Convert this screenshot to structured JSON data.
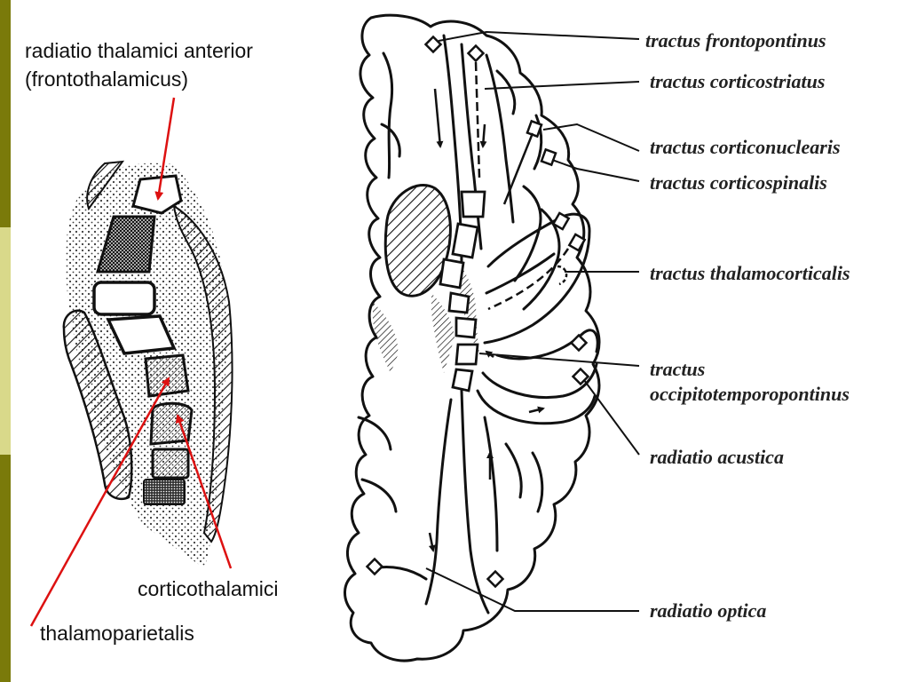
{
  "colors": {
    "stripe_dark": "#7a7a0a",
    "stripe_light": "#d9d98a",
    "arrow_red": "#dd1111",
    "ink": "#111111"
  },
  "left_labels": {
    "anterior_line1": "radiatio thalamici anterior",
    "anterior_line2": "(frontothalamicus)",
    "corticothalamici": "corticothalamici",
    "thalamoparietalis": "thalamoparietalis"
  },
  "right_labels": {
    "frontopontinus": "tractus frontopontinus",
    "corticostriatus": "tractus corticostriatus",
    "corticonuclearis": "tractus corticonuclearis",
    "corticospinalis": "tractus corticospinalis",
    "thalamocorticalis": "tractus thalamocorticalis",
    "occipito_line1": "tractus",
    "occipito_line2": "occipitotemporopontinus",
    "acustica": "radiatio acustica",
    "optica": "radiatio optica"
  }
}
